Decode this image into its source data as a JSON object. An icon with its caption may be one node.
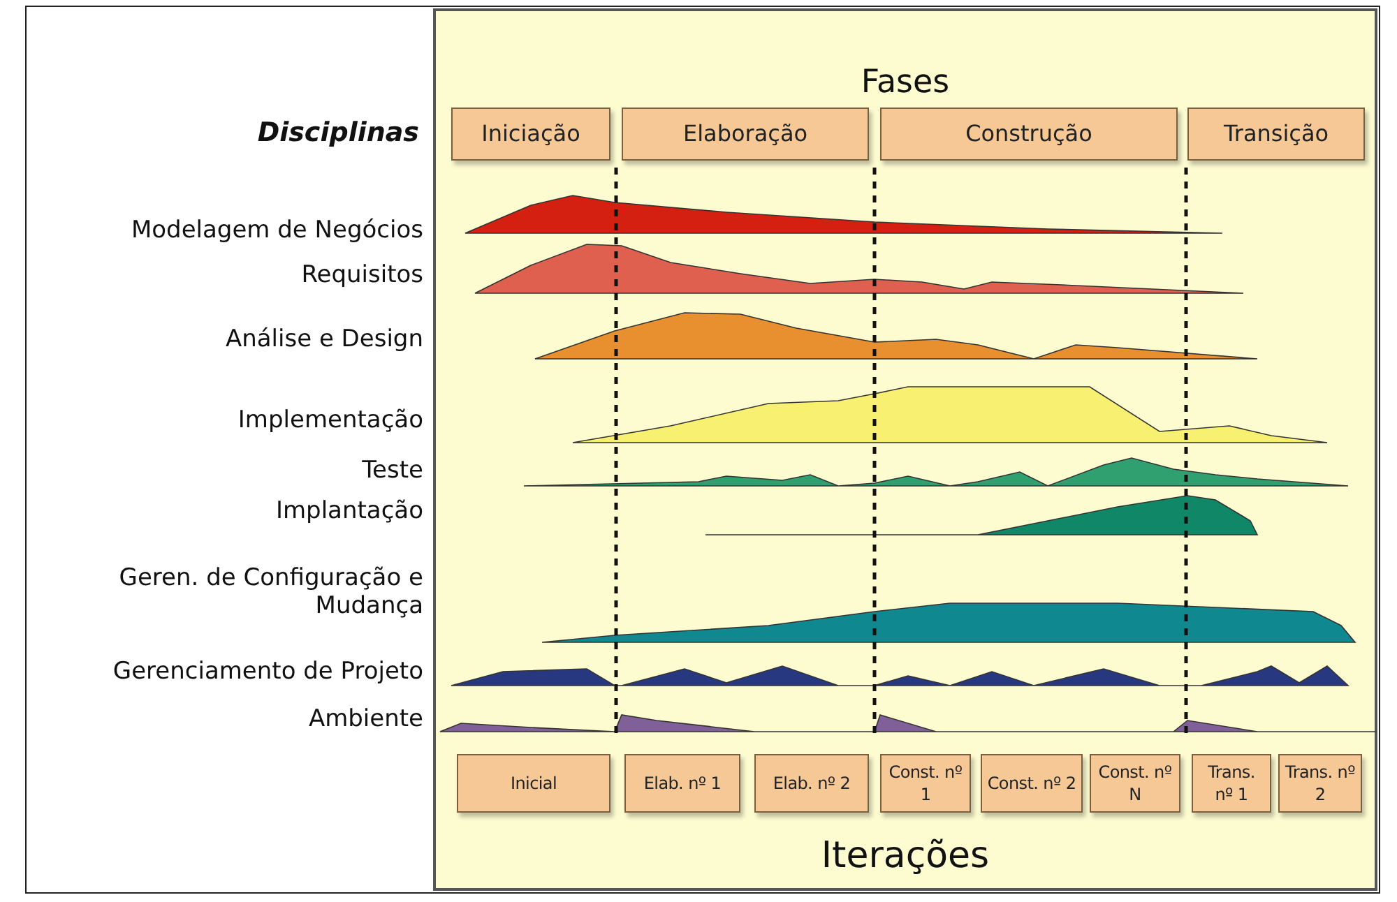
{
  "diagram": {
    "title": "Fases",
    "nodes": [
      {
        "text": [
          "Iniciação"
        ]
      },
      {
        "text": [
          "Elaboração"
        ]
      },
      {
        "text": [
          "Construção"
        ]
      },
      {
        "text": [
          "Transição"
        ]
      },
      {
        "text": [
          "Inicial"
        ]
      },
      {
        "text": [
          "Elab. nº 1"
        ]
      },
      {
        "text": [
          "Elab. nº 2"
        ]
      },
      {
        "text": [
          "Const. nº 1"
        ]
      },
      {
        "text": [
          "Const. nº 2"
        ]
      },
      {
        "text": [
          "Const. nº N"
        ]
      },
      {
        "text": [
          "Trans. nº 1"
        ]
      },
      {
        "text": [
          "Trans. nº 2"
        ]
      }
    ],
    "edges": [],
    "labels": [
      "Disciplinas",
      "Modelagem de Negócios",
      "Requisitos",
      "Análise e Design",
      "Implementação",
      "Teste",
      "Implantação",
      "Geren. de Configuração e Mudança",
      "Gerenciamento de Projeto",
      "Ambiente",
      "Iterações"
    ]
  }
}
